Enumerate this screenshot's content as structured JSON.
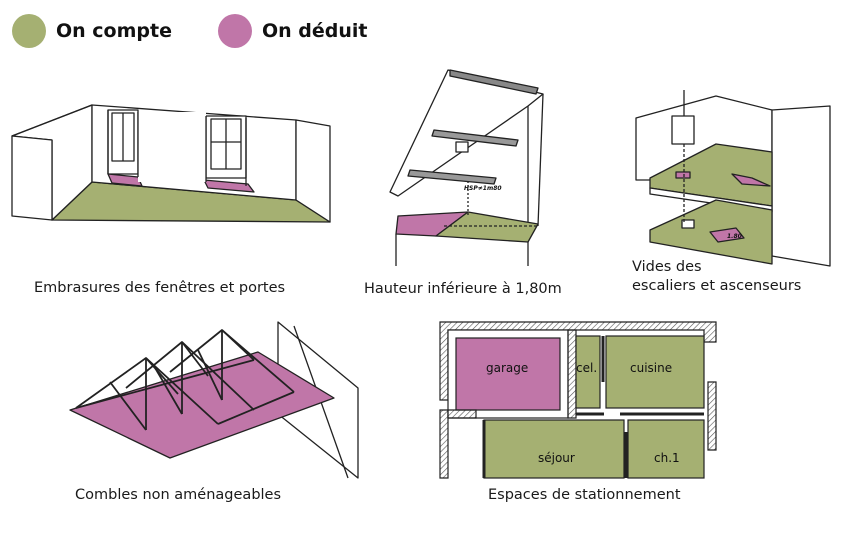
{
  "legend": {
    "counted": {
      "label": "On compte",
      "color": "#a5b072"
    },
    "deducted": {
      "label": "On déduit",
      "color": "#c076a8"
    }
  },
  "panels": {
    "embrasures": {
      "caption": "Embrasures des fenêtres et portes",
      "icon": "room-window-embrasure-drawing"
    },
    "hauteur": {
      "caption": "Hauteur inférieure à 1,80m",
      "dimension_label": "HSP≠1m80",
      "icon": "attic-low-height-drawing"
    },
    "vides": {
      "caption_line1": "Vides des",
      "caption_line2": "escaliers et ascenseurs",
      "stair_label": "1.80",
      "icon": "stair-elevator-void-drawing"
    },
    "combles": {
      "caption": "Combles non aménageables",
      "icon": "roof-truss-attic-drawing"
    },
    "stationnement": {
      "caption": "Espaces de stationnement",
      "icon": "floor-plan-drawing",
      "rooms": {
        "garage": "garage",
        "cellier": "cel.",
        "cuisine": "cuisine",
        "sejour": "séjour",
        "chambre": "ch.1"
      }
    }
  },
  "colors": {
    "line": "#222222",
    "wall": "#ffffff",
    "hatch": "#555555"
  }
}
